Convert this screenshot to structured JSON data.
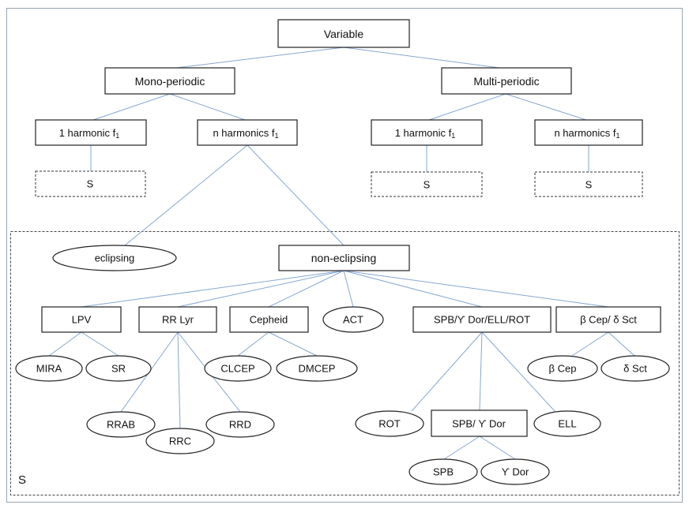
{
  "nodes": {
    "variable": "Variable",
    "mono": "Mono-periodic",
    "multi": "Multi-periodic",
    "mono_1h": "1 harmonic f",
    "mono_nh": "n harmonics f",
    "multi_1h": "1 harmonic f",
    "multi_nh": "n harmonics f",
    "harmonic_sub": "1",
    "s_mono": "S",
    "s_multi_1h": "S",
    "s_multi_nh": "S",
    "eclipsing": "eclipsing",
    "non_eclipsing": "non-eclipsing",
    "lpv": "LPV",
    "rrlyr": "RR Lyr",
    "cepheid": "Cepheid",
    "act": "ACT",
    "spb_group": "SPB/ϒ Dor/ELL/ROT",
    "bcep_group": "β Cep/ δ Sct",
    "mira": "MIRA",
    "sr": "SR",
    "rrab": "RRAB",
    "rrc": "RRC",
    "rrd": "RRD",
    "clcep": "CLCEP",
    "dmcep": "DMCEP",
    "rot": "ROT",
    "spb_gdor": "SPB/ ϒ Dor",
    "ell": "ELL",
    "spb": "SPB",
    "gdor": "ϒ Dor",
    "bcep": "β Cep",
    "dsct": "δ Sct"
  },
  "region_label": "S"
}
